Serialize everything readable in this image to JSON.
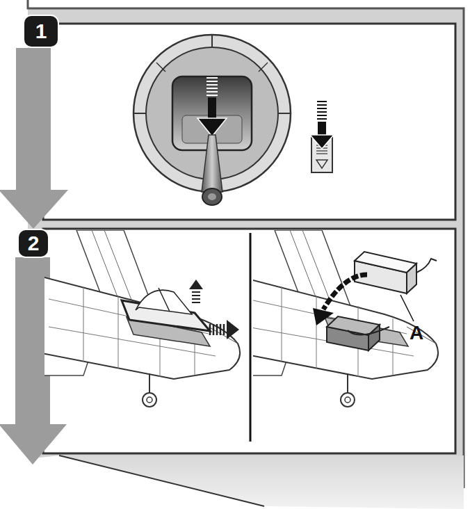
{
  "diagram": {
    "nodes": [
      {
        "text": [
          "1"
        ]
      },
      {
        "text": [
          "2"
        ]
      }
    ],
    "edges": [
      {
        "from": 0,
        "to": 1,
        "arrow": "to"
      }
    ],
    "labels": [
      "A"
    ]
  }
}
